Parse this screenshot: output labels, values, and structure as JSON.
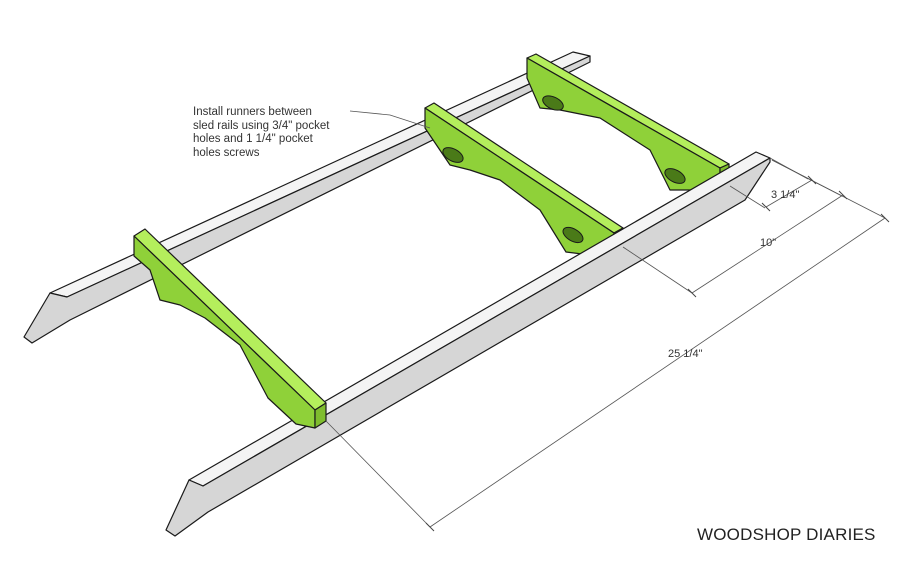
{
  "callout": {
    "lines": [
      "Install runners between",
      "sled rails using 3/4\" pocket",
      "holes and 1 1/4\" pocket",
      "holes screws"
    ]
  },
  "dimensions": {
    "small": "3 1/4\"",
    "medium": "10\"",
    "large": "25 1/4\""
  },
  "brand": "WOODSHOP DIARIES",
  "colors": {
    "rail_top": "#f4f4f4",
    "rail_side": "#d6d6d6",
    "runner_top": "#b4ee5c",
    "runner_face": "#8fd139",
    "outline": "#1a1a1a",
    "pocket_hole": "#4a7a18"
  }
}
